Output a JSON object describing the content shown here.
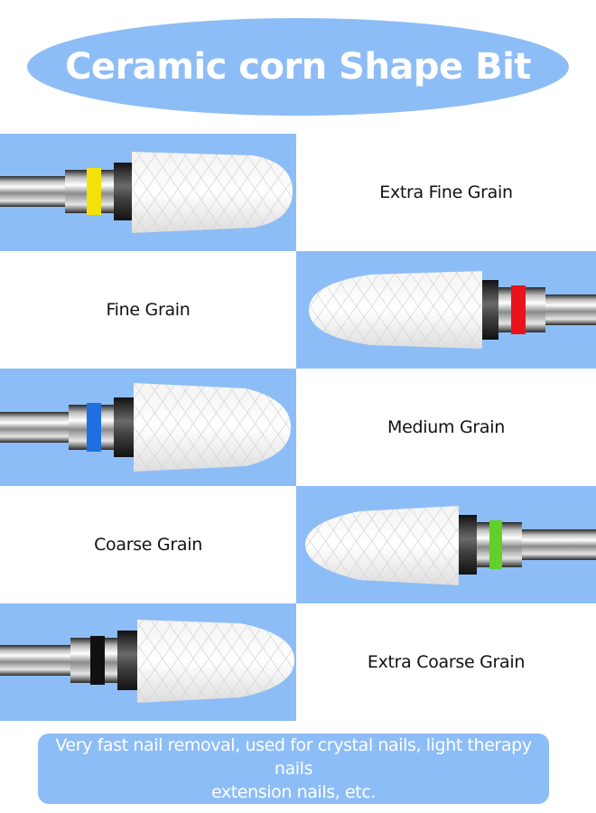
{
  "title": "Ceramic corn Shape Bit",
  "grains": [
    {
      "label": "Extra Fine Grain",
      "band_color": "#f2e20a",
      "band_icon": "yellow-band"
    },
    {
      "label": "Fine Grain",
      "band_color": "#e8141a",
      "band_icon": "red-band"
    },
    {
      "label": "Medium Grain",
      "band_color": "#1f6fe0",
      "band_icon": "blue-band"
    },
    {
      "label": "Coarse Grain",
      "band_color": "#5fd12a",
      "band_icon": "green-band"
    },
    {
      "label": "Extra Coarse Grain",
      "band_color": "#111111",
      "band_icon": "black-band"
    }
  ],
  "footer": {
    "line1": "Very fast nail removal, used for crystal nails, light therapy nails",
    "line2": "extension nails, etc."
  },
  "colors": {
    "accent_blue": "#8dbdf6",
    "title_text": "#ffffff"
  }
}
